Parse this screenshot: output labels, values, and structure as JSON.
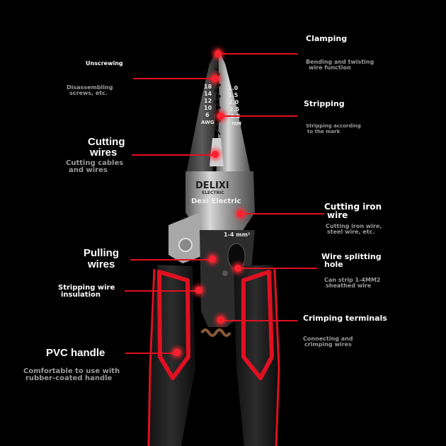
{
  "brand": {
    "logo_text": "DELIXI",
    "logo_sub": "ELECTRIC",
    "subtitle": "Dexi Electric"
  },
  "tool_marks": {
    "range_label": "1-4 mm²",
    "awg_values": [
      "18",
      "14",
      "12",
      "10",
      "6"
    ],
    "awg_label": "AWG",
    "mm_values": [
      "1.0",
      "1.5",
      "2.0",
      "2.5",
      "4.0"
    ],
    "mm_label": "MM"
  },
  "features": {
    "clamping": {
      "title": "Clamping",
      "desc": "Bending and twisting\nwire function"
    },
    "unscrewing": {
      "title": "Unscrewing",
      "desc": "Disassembling\nscrews, etc."
    },
    "stripping": {
      "title": "Stripping",
      "desc": "Stripping according\nto the mark"
    },
    "cutting_wires": {
      "title": "Cutting\nwires",
      "desc": "Cutting cables\nand wires"
    },
    "cutting_iron": {
      "title": "Cutting iron\nwire",
      "desc": "Cutting iron wire,\nsteel wire, etc."
    },
    "pulling": {
      "title": "Pulling\nwires"
    },
    "splitting": {
      "title": "Wire splitting\nhole",
      "desc": "Can strip 1-4MM2\nsheathed wire"
    },
    "stripping_insulation": {
      "title": "Stripping wire\ninsulation"
    },
    "crimping": {
      "title": "Crimping terminals",
      "desc": "Connecting and\ncrimping wires"
    },
    "pvc": {
      "title": "PVC handle",
      "desc": "Comfortable to use with\nrubber-coated handle"
    }
  },
  "colors": {
    "accent": "#e01020",
    "handle": "#1c1c1c",
    "metal": "#b8b8b8"
  }
}
